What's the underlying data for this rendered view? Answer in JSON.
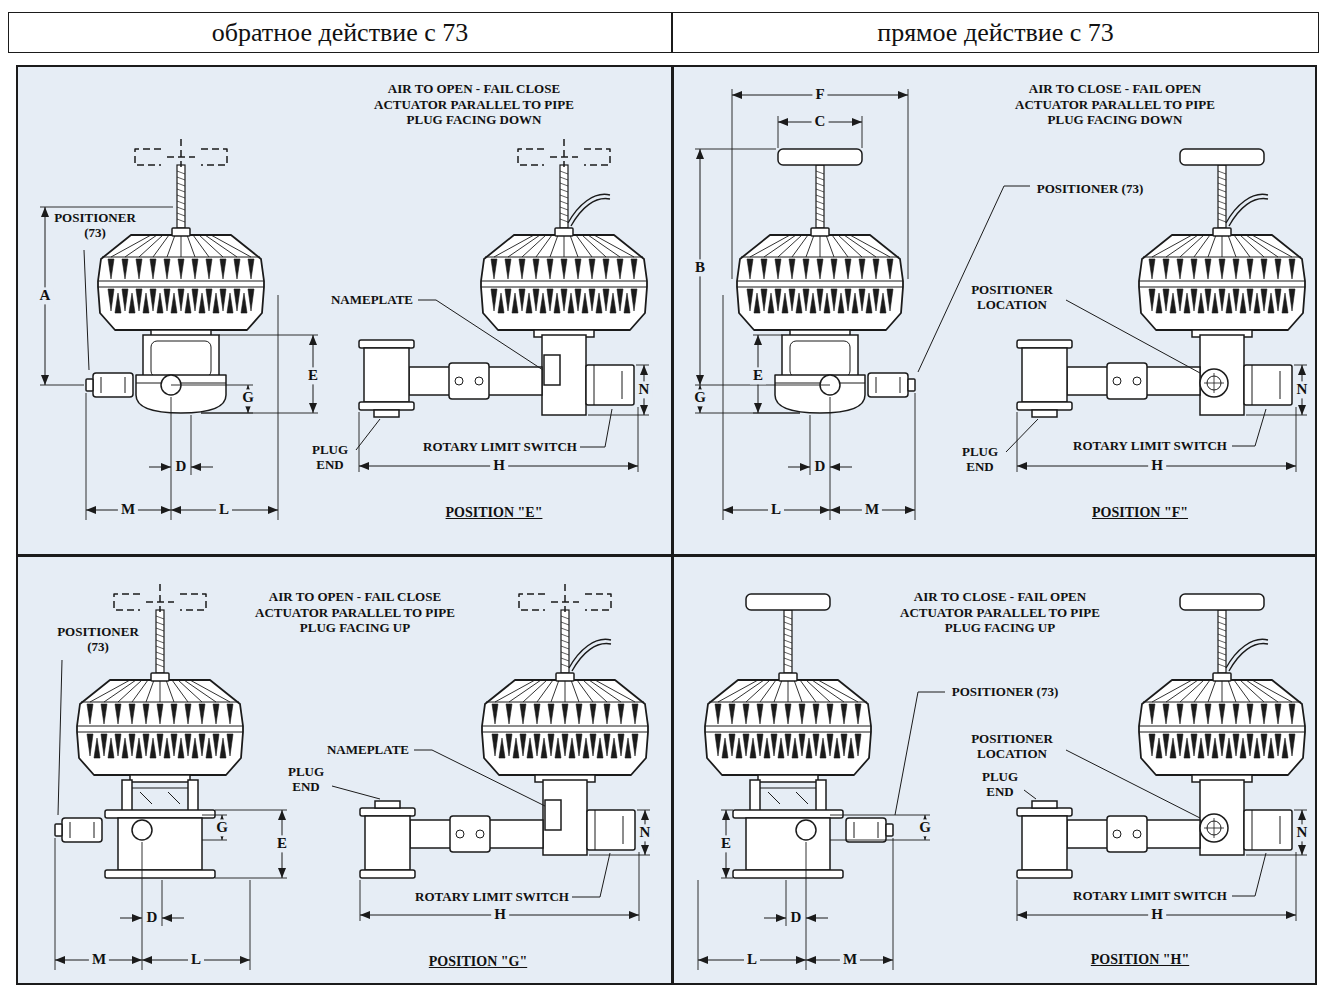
{
  "diagram": {
    "nodes": [
      {
        "text": [
          "обратное действие с 73"
        ]
      },
      {
        "text": [
          "прямое действие с 73"
        ]
      },
      {
        "text": [
          "AIR TO OPEN - FAIL CLOSE ACTUATOR PARALLEL TO PIPE PLUG FACING DOWN",
          "POSITION \"E\""
        ]
      },
      {
        "text": [
          "AIR TO CLOSE - FAIL OPEN ACTUATOR PARALLEL TO PIPE PLUG FACING DOWN",
          "POSITION \"F\""
        ]
      },
      {
        "text": [
          "AIR TO OPEN - FAIL CLOSE ACTUATOR PARALLEL TO PIPE PLUG FACING UP",
          "POSITION \"G\""
        ]
      },
      {
        "text": [
          "AIR TO CLOSE - FAIL OPEN ACTUATOR PARALLEL TO PIPE PLUG FACING UP",
          "POSITION \"H\""
        ]
      }
    ],
    "labels": [
      "POSITIONER (73)",
      "A",
      "E",
      "G",
      "NAMEPLATE",
      "PLUG END",
      "ROTARY LIMIT SWITCH",
      "H",
      "N",
      "D",
      "M",
      "L",
      "F",
      "C",
      "B",
      "POSITIONER (73)",
      "POSITIONER LOCATION",
      "E",
      "G",
      "PLUG END",
      "ROTARY LIMIT SWITCH",
      "H",
      "N",
      "D",
      "L",
      "M",
      "POSITIONER (73)",
      "NAMEPLATE",
      "PLUG END",
      "G",
      "E",
      "N",
      "ROTARY LIMIT SWITCH",
      "H",
      "D",
      "M",
      "L",
      "POSITIONER (73)",
      "POSITIONER LOCATION",
      "PLUG END",
      "G",
      "E",
      "N",
      "ROTARY LIMIT SWITCH",
      "H",
      "D",
      "L",
      "M"
    ]
  }
}
